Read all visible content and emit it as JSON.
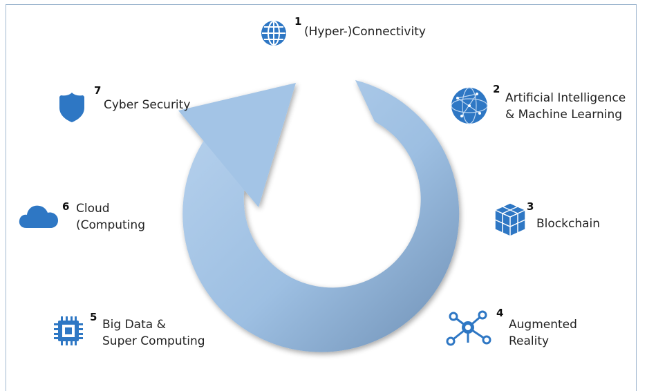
{
  "colors": {
    "icon_blue": "#2e77c4",
    "arrow_light": "#a9c8e8",
    "arrow_dark": "#6e8fb3"
  },
  "items": [
    {
      "number": "1",
      "lines": [
        "(Hyper-)Connectivity"
      ],
      "icon": "globe-icon"
    },
    {
      "number": "2",
      "lines": [
        "Artificial Intelligence",
        "& Machine Learning"
      ],
      "icon": "ai-network-icon"
    },
    {
      "number": "3",
      "lines": [
        "Blockchain"
      ],
      "icon": "blocks-icon"
    },
    {
      "number": "4",
      "lines": [
        "Augmented",
        "Reality"
      ],
      "icon": "network-nodes-icon"
    },
    {
      "number": "5",
      "lines": [
        "Big Data &",
        "Super Computing"
      ],
      "icon": "chip-icon"
    },
    {
      "number": "6",
      "lines": [
        "Cloud",
        "(Computing"
      ],
      "icon": "cloud-icon"
    },
    {
      "number": "7",
      "lines": [
        "Cyber Security"
      ],
      "icon": "shield-icon"
    }
  ]
}
